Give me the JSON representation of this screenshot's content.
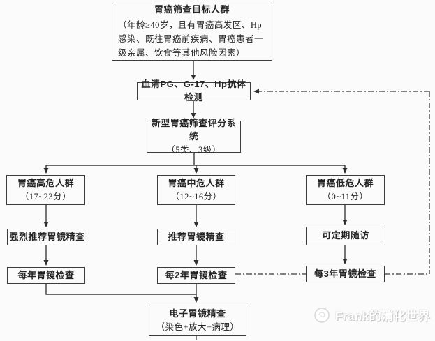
{
  "flowchart": {
    "nodes": {
      "target": {
        "title": "胃癌筛查目标人群",
        "body": "（年龄≥40岁，且有胃癌高发区、Hp感染、既往胃癌前疾病、胃癌患者一级亲属、饮食等其他风险因素）"
      },
      "serum_test": {
        "title": "血清PG、G-17、Hp抗体检测"
      },
      "scoring_system": {
        "title": "新型胃癌筛查评分系统",
        "body": "（5类、3级）"
      },
      "high_risk": {
        "title": "胃癌高危人群",
        "body": "（17~23分）"
      },
      "medium_risk": {
        "title": "胃癌中危人群",
        "body": "（12~16分）"
      },
      "low_risk": {
        "title": "胃癌低危人群",
        "body": "（0~11分）"
      },
      "high_recommend": {
        "title": "强烈推荐胃镜精查"
      },
      "medium_recommend": {
        "title": "推荐胃镜精查"
      },
      "low_recommend": {
        "title": "可定期随访"
      },
      "high_interval": {
        "title": "每年胃镜检查"
      },
      "medium_interval": {
        "title": "每2年胃镜检查"
      },
      "low_interval": {
        "title": "每3年胃镜检查"
      },
      "endoscopy": {
        "title": "电子胃镜精查",
        "body": "（染色+放大+病理）"
      }
    },
    "watermark": {
      "text": "Frank的消化世界",
      "icon": "snail-logo-icon"
    },
    "colors": {
      "line": "#3a3a3a",
      "box_border": "#3c3c3c",
      "text": "#242424",
      "background": "#fbfbfb",
      "watermark_text": "#ffffff",
      "watermark_shadow": "#bdbdbd"
    }
  }
}
